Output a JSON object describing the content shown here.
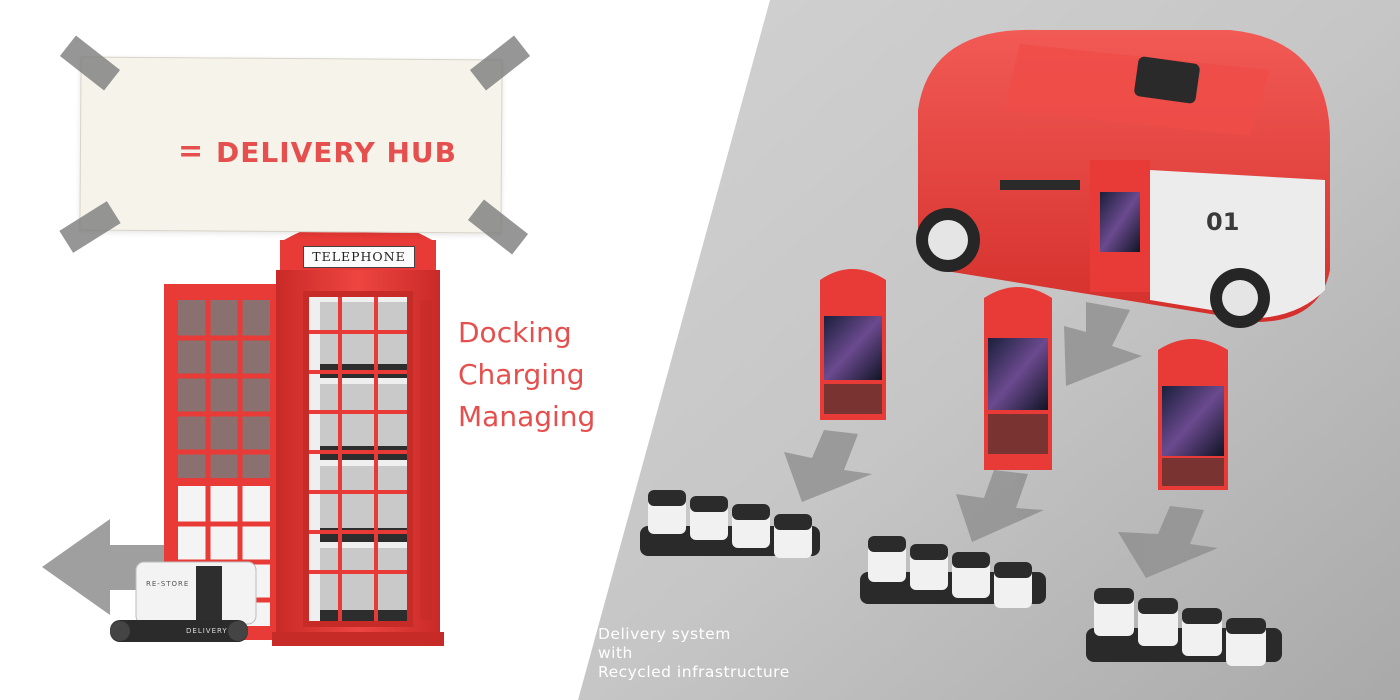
{
  "poster": {
    "equals": "=",
    "title": "DELIVERY HUB"
  },
  "features": [
    "Docking",
    "Charging",
    "Managing"
  ],
  "caption": [
    "Delivery system",
    "with",
    "Recycled infrastructure"
  ],
  "booth": {
    "sign": "TELEPHONE",
    "store_label": "RE-STORE",
    "delivery_label": "DELIVERY"
  },
  "robot": {
    "number": "01"
  },
  "colors": {
    "accent": "#e5504f",
    "booth_red": "#e83a36",
    "grey_panel": "#c4c4c4",
    "arrow_grey": "#8e8e8e"
  }
}
